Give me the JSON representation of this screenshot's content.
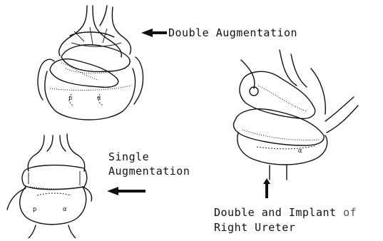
{
  "labels": {
    "double_augmentation": "Double Augmentation",
    "single_line1": "Single",
    "single_line2": "Augmentation",
    "implant_line1_main": "Double and Implant ",
    "implant_line1_tail": "of",
    "implant_line2": "Right Ureter"
  },
  "colors": {
    "ink": "#111111",
    "background": "#ffffff"
  }
}
